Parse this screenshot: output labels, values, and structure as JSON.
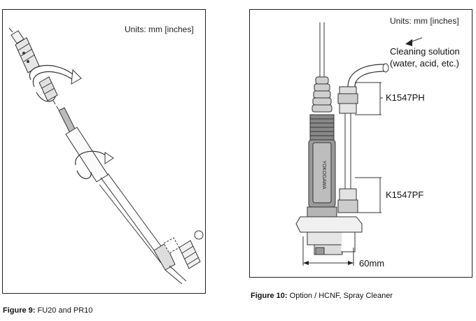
{
  "figure9": {
    "units": "Units: mm [inches]",
    "caption_prefix": "Figure 9:",
    "caption_text": "FU20 and PR10"
  },
  "figure10": {
    "units": "Units: mm [inches]",
    "cleaning_line1": "Cleaning solution",
    "cleaning_line2": "(water, acid, etc.)",
    "label_top": "K1547PH",
    "label_bottom": "K1547PF",
    "dimension": "60mm",
    "brand_text": "YOKOGAWA",
    "caption_prefix": "Figure 10:",
    "caption_text": "Option / HCNF, Spray Cleaner"
  }
}
